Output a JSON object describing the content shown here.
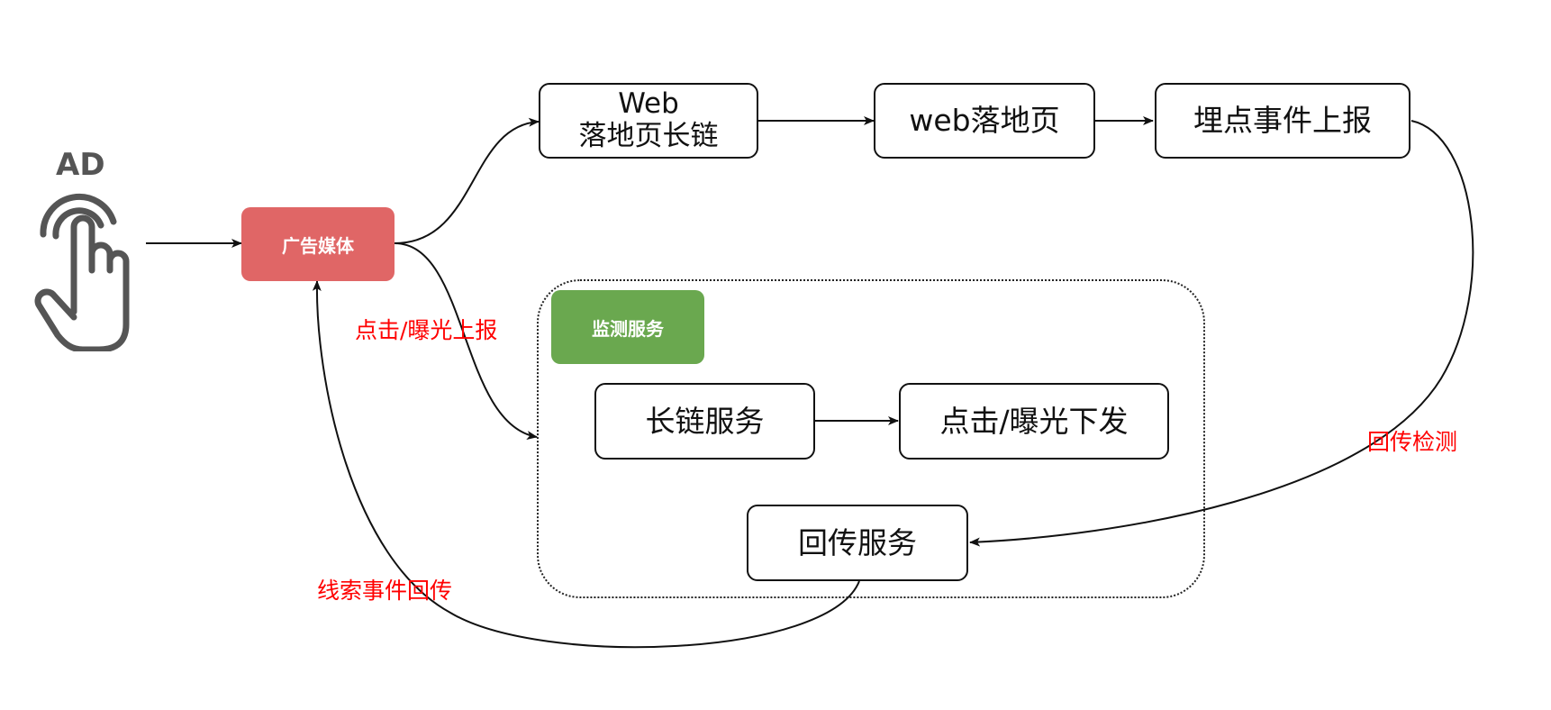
{
  "ad_icon": {
    "label": "AD",
    "icon": "tap-finger-icon"
  },
  "nodes": {
    "ad_media": "广告媒体",
    "web_long_link": "Web\n落地页长链",
    "web_landing": "web落地页",
    "tracking_report": "埋点事件上报",
    "monitor_service": "监测服务",
    "long_link_service": "长链服务",
    "click_dispatch": "点击/曝光下发",
    "callback_service": "回传服务"
  },
  "edge_labels": {
    "click_report": "点击/曝光上报",
    "callback_check": "回传检测",
    "lead_callback": "线索事件回传"
  },
  "colors": {
    "ad_media_fill": "#e06666",
    "monitor_service_fill": "#6aa84f",
    "edge_label_text": "#ff0000",
    "stroke": "#111111"
  }
}
